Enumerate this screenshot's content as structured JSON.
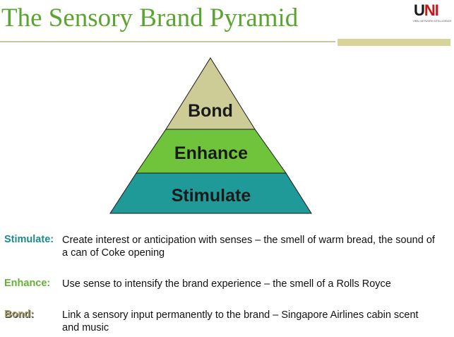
{
  "slide": {
    "title": "The Sensory Brand Pyramid"
  },
  "logo": {
    "text_main_prefix": "U",
    "text_main_suffix": "NI",
    "tagline": "VIRAL NETWORK INTELLIGENCE"
  },
  "pyramid": {
    "layers": [
      {
        "label": "Bond",
        "color": "#cdcc96"
      },
      {
        "label": "Enhance",
        "color": "#6fc43c"
      },
      {
        "label": "Stimulate",
        "color": "#1f9a99"
      }
    ]
  },
  "definitions": [
    {
      "term": "Stimulate:",
      "text": "Create interest or anticipation with senses – the smell of warm bread, the sound of a can of Coke opening",
      "color": "#1b8b8b"
    },
    {
      "term": "Enhance:",
      "text": "Use sense to intensify the brand experience – the smell of a Rolls Royce",
      "color": "#63b135"
    },
    {
      "term": "Bond:",
      "text": "Link a sensory input permanently to the brand – Singapore Airlines cabin scent and music",
      "color": "#a8a06a"
    }
  ]
}
